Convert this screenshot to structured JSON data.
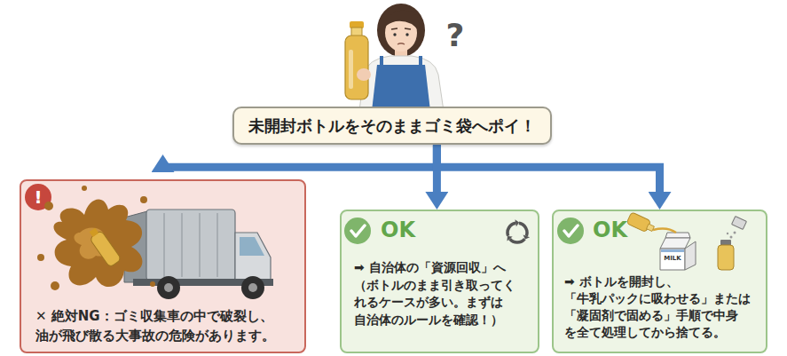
{
  "diagram": {
    "nodes": [
      {
        "text": [
          "未開封ボトルをそのままゴミ袋へポイ！"
        ]
      },
      {
        "text": [
          "✕ 絶対NG：ゴミ収集車の中で破裂し、 油が飛び散る大事故の危険があります。"
        ]
      },
      {
        "text": [
          "OK",
          "➡ 自治体の「資源回収」へ （ボトルのまま引き取ってく れるケースが多い。まずは 自治体のルールを確認！）"
        ]
      },
      {
        "text": [
          "OK",
          "➡ ボトルを開封し、 「牛乳パックに吸わせる」または 「凝固剤で固める」手順で中身 を全て処理してから捨てる。"
        ]
      }
    ],
    "edges": [
      {
        "from": 0,
        "to": 1,
        "arrow": "to"
      },
      {
        "from": 0,
        "to": 2,
        "arrow": "to"
      },
      {
        "from": 0,
        "to": 3,
        "arrow": "to"
      }
    ],
    "labels": [
      "?",
      "!",
      "MILK"
    ]
  }
}
